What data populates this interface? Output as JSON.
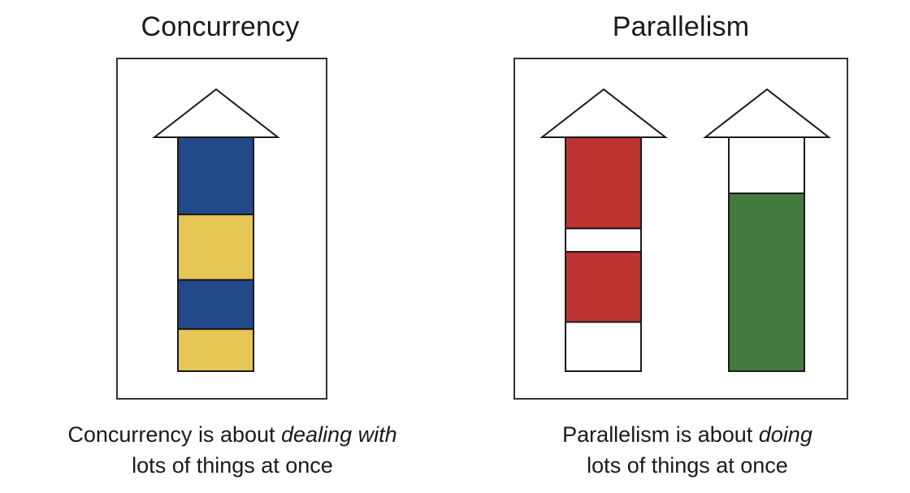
{
  "colors": {
    "blue": "#22498a",
    "yellow": "#e6c654",
    "red": "#bd3331",
    "green": "#437a3e",
    "white": "#ffffff",
    "outline": "#1a1a1a"
  },
  "concurrency": {
    "title": "Concurrency",
    "caption_before": "Concurrency is about ",
    "caption_emphasis": "dealing with",
    "caption_line2": "lots of things at once",
    "arrow": {
      "segments": [
        {
          "task": "blue",
          "fraction": 0.33
        },
        {
          "task": "yellow",
          "fraction": 0.28
        },
        {
          "task": "blue",
          "fraction": 0.21
        },
        {
          "task": "yellow",
          "fraction": 0.18
        }
      ]
    }
  },
  "parallelism": {
    "title": "Parallelism",
    "caption_before": "Parallelism is about ",
    "caption_emphasis": "doing",
    "caption_line2": "lots of things at once",
    "arrows": [
      {
        "segments": [
          {
            "task": "red",
            "fraction": 0.39
          },
          {
            "task": "white",
            "fraction": 0.1
          },
          {
            "task": "red",
            "fraction": 0.3
          },
          {
            "task": "white",
            "fraction": 0.21
          }
        ]
      },
      {
        "segments": [
          {
            "task": "white",
            "fraction": 0.24
          },
          {
            "task": "green",
            "fraction": 0.76
          }
        ]
      }
    ]
  }
}
